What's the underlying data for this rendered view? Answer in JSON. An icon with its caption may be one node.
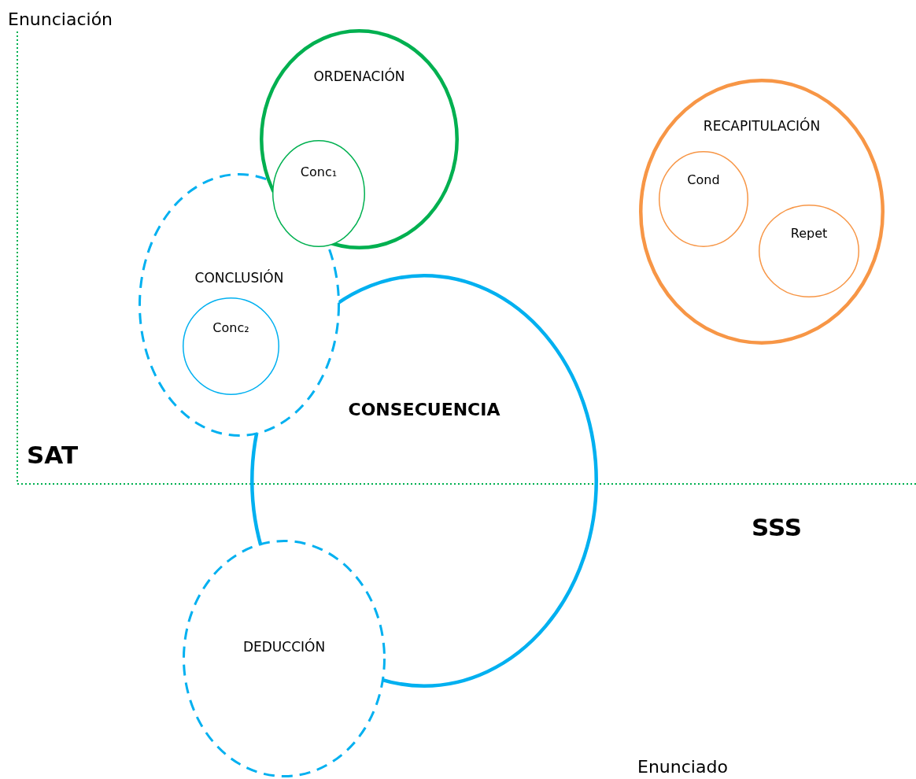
{
  "diagram": {
    "nodes": [
      {
        "text": [
          "ORDENACIÓN"
        ]
      },
      {
        "text": [
          "Conc₁"
        ],
        "in": 0
      },
      {
        "text": [
          "RECAPITULACIÓN"
        ]
      },
      {
        "text": [
          "Cond"
        ],
        "in": 2
      },
      {
        "text": [
          "Repet"
        ],
        "in": 2
      },
      {
        "text": [
          "CONCLUSIÓN"
        ]
      },
      {
        "text": [
          "Conc₂"
        ],
        "in": 5
      },
      {
        "text": [
          "CONSECUENCIA"
        ]
      },
      {
        "text": [
          "DEDUCCIÓN"
        ]
      }
    ],
    "labels": [
      "Enunciación",
      "SAT",
      "SSS",
      "Enunciado"
    ]
  }
}
